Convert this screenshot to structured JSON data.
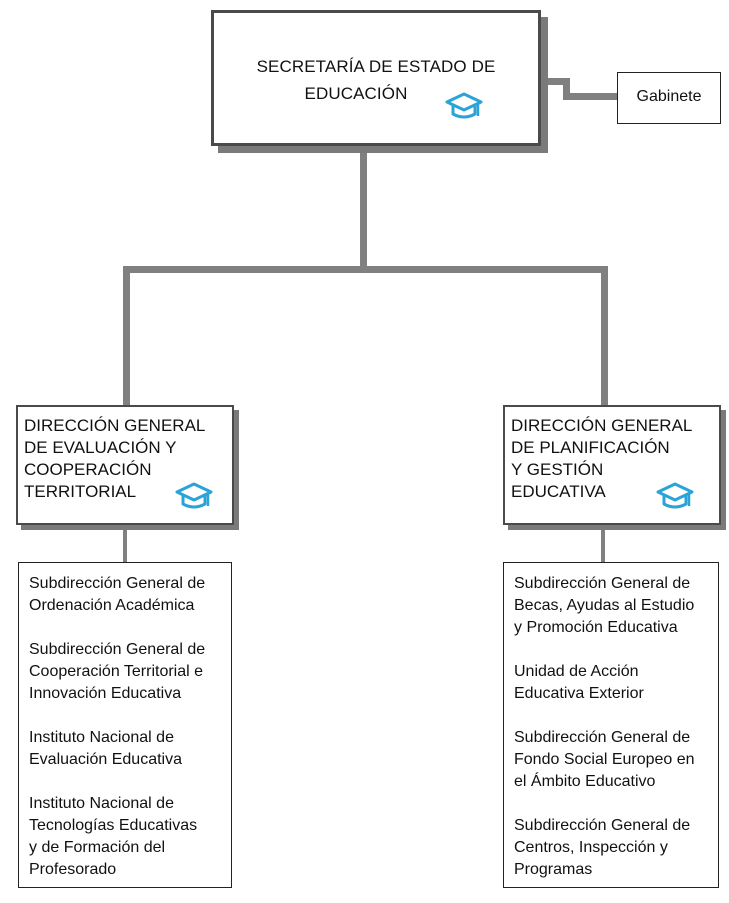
{
  "top": {
    "line1": "SECRETARÍA DE ESTADO DE",
    "line2": "EDUCACIÓN"
  },
  "gabinete": "Gabinete",
  "left": {
    "title": "DIRECCIÓN GENERAL\nDE EVALUACIÓN Y\nCOOPERACIÓN\nTERRITORIAL",
    "items": [
      "Subdirección General de\nOrdenación Académica",
      "Subdirección General de\nCooperación Territorial e\nInnovación Educativa",
      "Instituto Nacional de\nEvaluación Educativa",
      "Instituto Nacional de\nTecnologías Educativas\ny de Formación del\nProfesorado"
    ]
  },
  "right": {
    "title": "DIRECCIÓN GENERAL\nDE PLANIFICACIÓN\nY GESTIÓN\nEDUCATIVA",
    "items": [
      "Subdirección General de\nBecas, Ayudas al Estudio\ny Promoción Educativa",
      "Unidad de Acción\nEducativa Exterior",
      "Subdirección General de\nFondo Social Europeo en\nel Ámbito Educativo",
      "Subdirección General de\nCentros, Inspección y\nProgramas"
    ]
  },
  "colors": {
    "icon": "#2aa3d8",
    "connector": "#808080",
    "border": "#4a4a4a"
  },
  "icons": {
    "graduation": "graduation-cap-icon"
  }
}
